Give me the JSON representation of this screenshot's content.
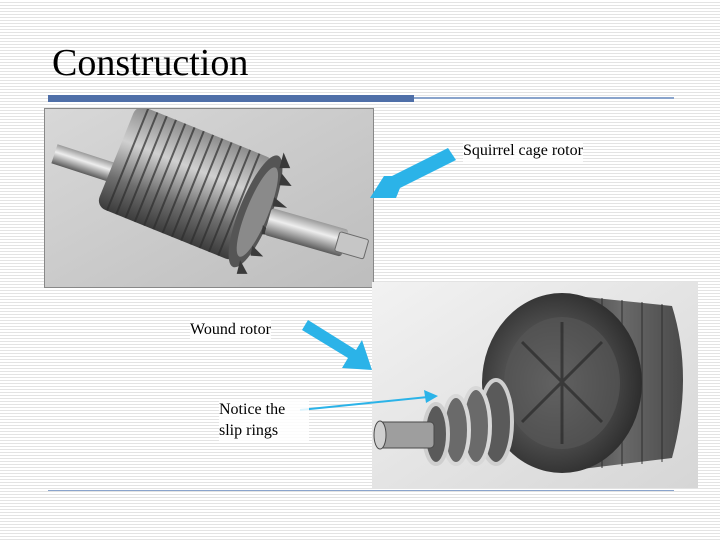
{
  "slide": {
    "title": "Construction"
  },
  "labels": {
    "squirrel_cage": "Squirrel cage rotor",
    "wound": "Wound rotor",
    "slip_rings": "Notice the slip rings"
  },
  "colors": {
    "arrow": "#2bb3e8",
    "accent": "#4f6fa8"
  }
}
